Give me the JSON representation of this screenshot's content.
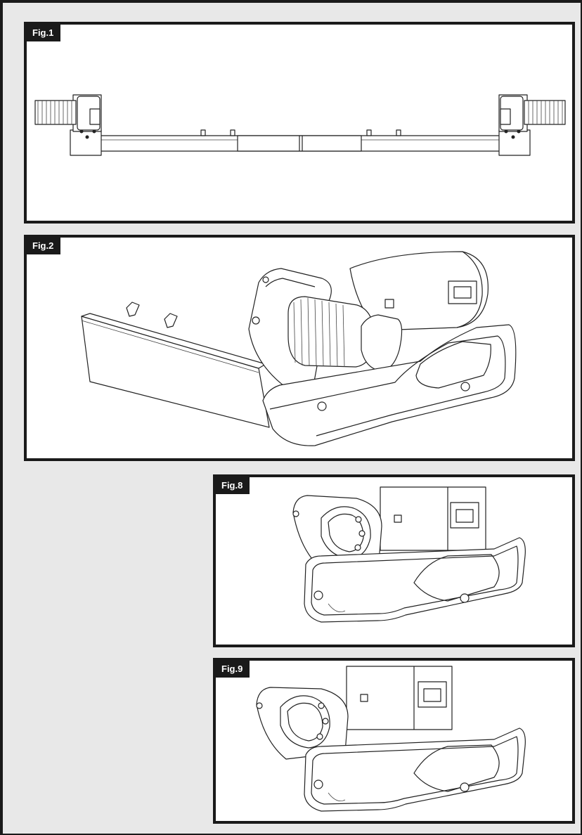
{
  "figures": [
    {
      "id": "fig1",
      "label": "Fig.1"
    },
    {
      "id": "fig2",
      "label": "Fig.2"
    },
    {
      "id": "fig8",
      "label": "Fig.8"
    },
    {
      "id": "fig9",
      "label": "Fig.9"
    }
  ]
}
